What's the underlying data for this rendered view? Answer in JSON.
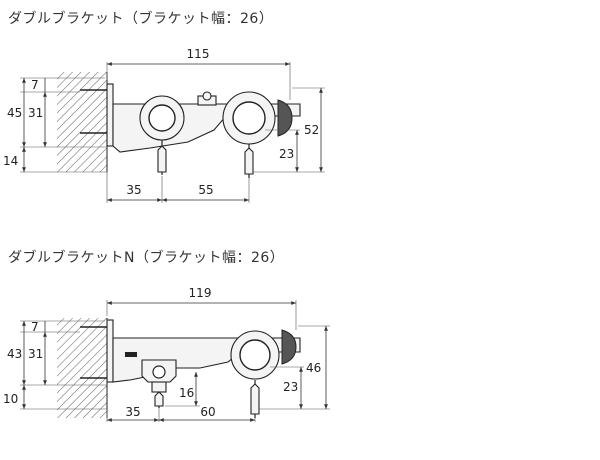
{
  "diagrams": [
    {
      "title": "ダブルブラケット（ブラケット幅：26）",
      "dims": {
        "top": "115",
        "left_outer": "45",
        "left_inner": "31",
        "left_top": "7",
        "left_bottom": "14",
        "right_outer": "52",
        "right_inner": "23",
        "bottom_left": "35",
        "bottom_right": "55"
      }
    },
    {
      "title": "ダブルブラケットN（ブラケット幅：26）",
      "dims": {
        "top": "119",
        "left_outer": "43",
        "left_inner": "31",
        "left_top": "7",
        "left_bottom": "10",
        "right_outer": "46",
        "right_inner": "23",
        "bottom_left": "35",
        "bottom_right": "60",
        "hook": "16"
      }
    }
  ]
}
